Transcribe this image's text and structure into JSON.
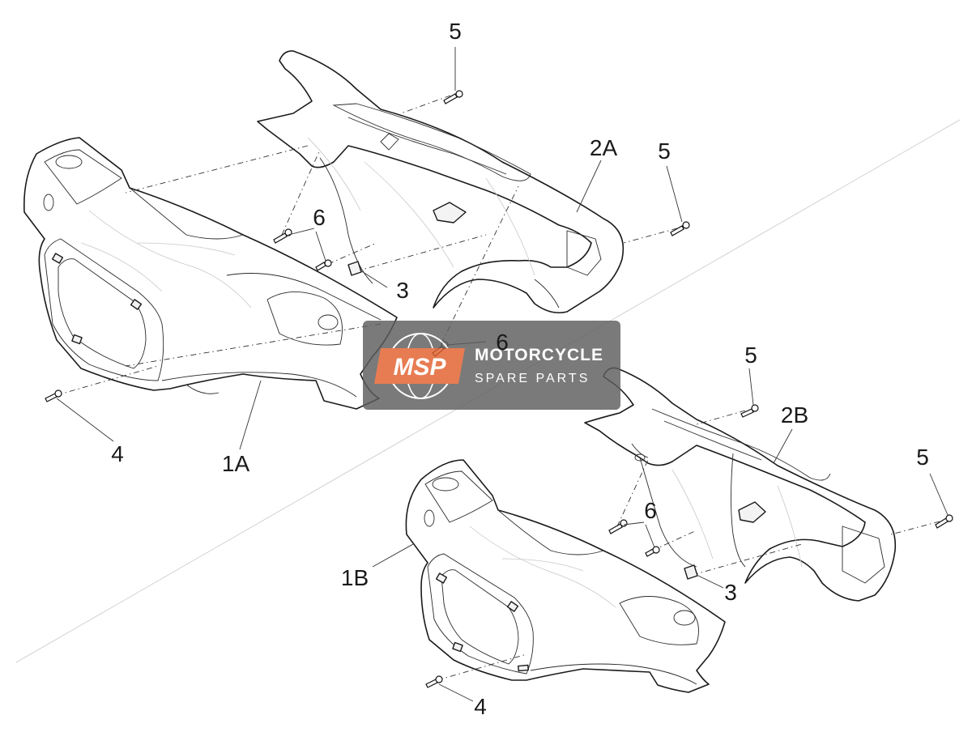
{
  "diagram": {
    "labels": {
      "screw_5_top": "5",
      "screw_5_right_top": "5",
      "screw_5_mid": "5",
      "screw_5_right_bottom": "5",
      "part_2a": "2A",
      "part_2b": "2B",
      "part_1a": "1A",
      "part_1b": "1B",
      "screw_6_top": "6",
      "screw_6_mid": "6",
      "screw_6_bottom": "6",
      "clip_3_top": "3",
      "clip_3_bottom": "3",
      "screw_4_top": "4",
      "screw_4_bottom": "4"
    }
  },
  "watermark": {
    "logo": "MSP",
    "title": "MOTORCYCLE",
    "subtitle": "SPARE PARTS",
    "badge_color": "#e2602e",
    "band_color": "#5e5e5e"
  }
}
